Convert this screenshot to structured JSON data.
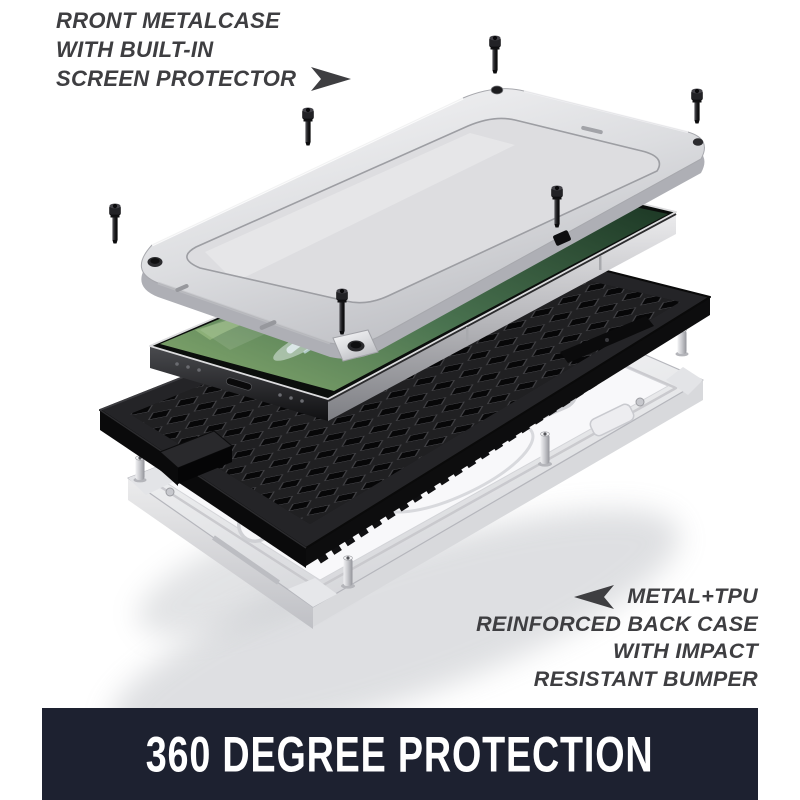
{
  "annotations": {
    "front_case_label": {
      "lines": [
        "RRONT METALCASE",
        "WITH BUILT-IN",
        "SCREEN PROTECTOR"
      ],
      "arrow": "right",
      "text_color": "#3e3e41"
    },
    "back_case_label": {
      "lines": [
        "METAL+TPU",
        "REINFORCED BACK CASE",
        "WITH IMPACT",
        "RESISTANT BUMPER"
      ],
      "arrow": "left",
      "text_color": "#3e3e41"
    }
  },
  "banner": {
    "text": "360 DEGREE PROTECTION",
    "background_color": "#1d2130",
    "text_color": "#ffffff"
  },
  "illustration": {
    "components": {
      "front_metal_frame": "silver front metal frame with built-in screen protector",
      "phone": "smartphone with green mountain wallpaper",
      "inner_case": "black shockproof TPU honeycomb case",
      "back_case": "white metal back case with rugged bumper",
      "screw_count": 6
    },
    "colors": {
      "frame_silver": "#d9dadd",
      "screen_green": "#4a7350",
      "tpu_black": "#1d1d1f",
      "back_case_white": "#f2f2f4",
      "screw_black": "#1b1b1d",
      "background": "#ffffff"
    }
  }
}
